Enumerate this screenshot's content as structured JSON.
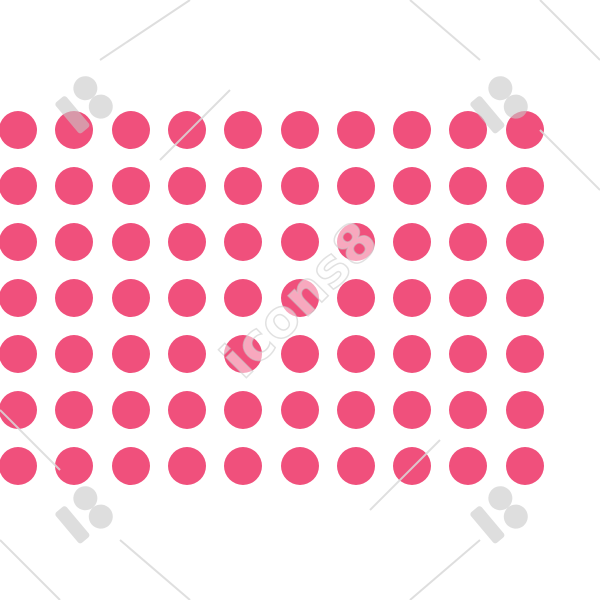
{
  "pattern": {
    "rows": 7,
    "columns": 10,
    "dot_color": "#f0507c",
    "background_color": "#ffffff"
  },
  "watermark": {
    "text": "icons8",
    "logo": "icons8-logo-icon"
  }
}
